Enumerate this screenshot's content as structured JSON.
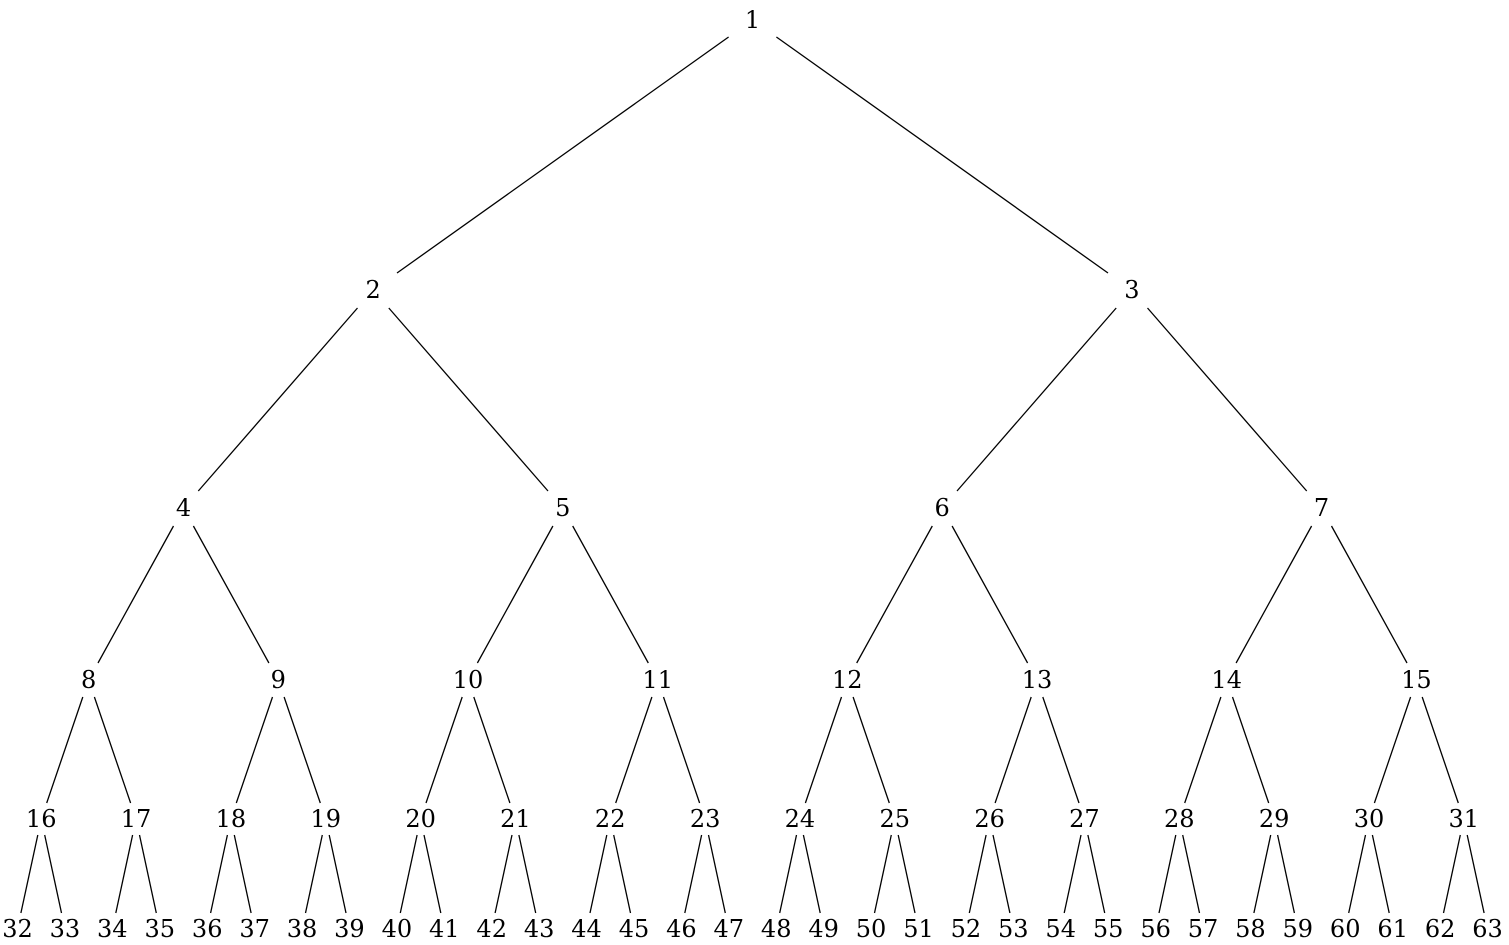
{
  "diagram": {
    "type": "binary-tree",
    "root": "1",
    "levels": [
      [
        "1"
      ],
      [
        "2",
        "3"
      ],
      [
        "4",
        "5",
        "6",
        "7"
      ],
      [
        "8",
        "9",
        "10",
        "11",
        "12",
        "13",
        "14",
        "15"
      ],
      [
        "16",
        "17",
        "18",
        "19",
        "20",
        "21",
        "22",
        "23",
        "24",
        "25",
        "26",
        "27",
        "28",
        "29",
        "30",
        "31"
      ],
      [
        "32",
        "33",
        "34",
        "35",
        "36",
        "37",
        "38",
        "39",
        "40",
        "41",
        "42",
        "43",
        "44",
        "45",
        "46",
        "47",
        "48",
        "49",
        "50",
        "51",
        "52",
        "53",
        "54",
        "55",
        "56",
        "57",
        "58",
        "59",
        "60",
        "61",
        "62",
        "63"
      ]
    ],
    "edge_color": "#000000",
    "text_color": "#000000",
    "background": "#ffffff"
  }
}
